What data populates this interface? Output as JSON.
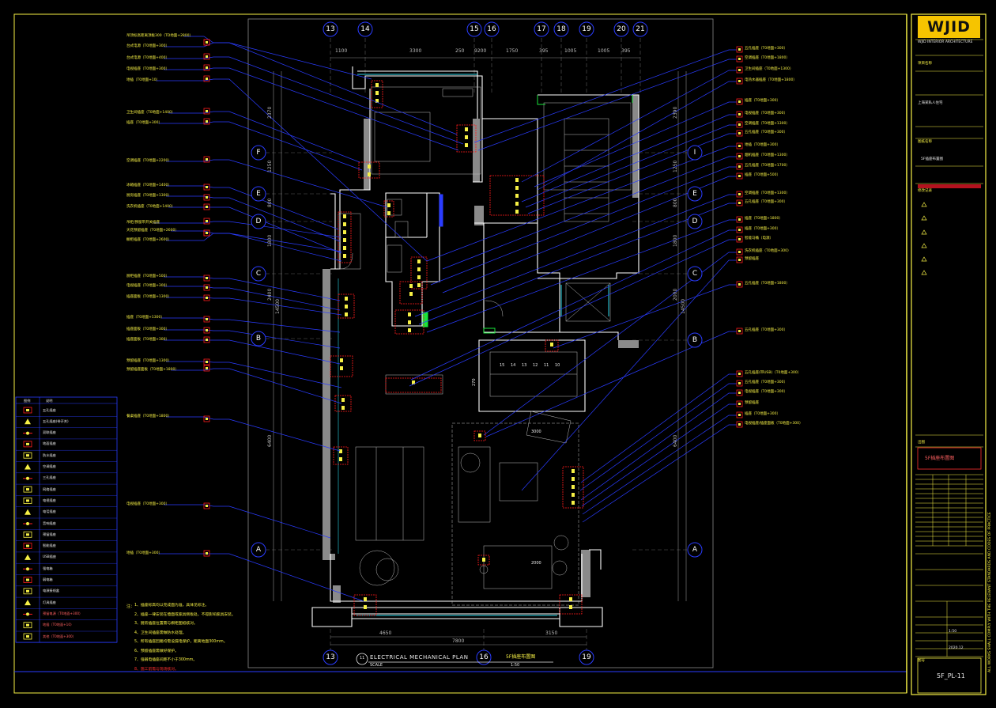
{
  "grid": {
    "top_labels": [
      "13",
      "14",
      "15",
      "16",
      "17",
      "18",
      "19",
      "20",
      "21"
    ],
    "bottom_labels": [
      "13",
      "16",
      "19"
    ],
    "left_labels": [
      "F",
      "E",
      "D",
      "C",
      "B",
      "A"
    ],
    "right_labels": [
      "I",
      "E",
      "D",
      "C",
      "B",
      "A"
    ]
  },
  "dimensions": {
    "top": [
      "1100",
      "3300",
      "250",
      "9200",
      "1750",
      "395",
      "1005",
      "1005",
      "395"
    ],
    "bottom_segments": [
      "4650",
      "3150"
    ],
    "bottom_total": "7800",
    "left": [
      "2370",
      "1250",
      "800",
      "1800",
      "2400",
      "14500",
      "6400"
    ],
    "right": [
      "2390",
      "1250",
      "800",
      "1800",
      "2000",
      "14500",
      "6400"
    ]
  },
  "callouts": {
    "left": [
      "吊顶标高距离顶板300（TD地面+2800）",
      "台式电源（T0地面+300）",
      "台式电源（T0地面+400）",
      "电视插座（T0地面+300）",
      "地插（T0地面+10）",
      "卫生间插座（T0地面+1400）",
      "插座（T0地面+300）",
      "空调插座（T0地面+2200）",
      "冰箱插座（T0地面+1400）",
      "厨房插座（T0地面+1300）",
      "洗衣机插座（T0地面+1400）",
      "吊柜/预留带开关插座",
      "天花预留插座（T0地面+2600）",
      "橱柜插座（T0地面+2600）",
      "厨柜插座（T0地面+500）",
      "电视插座（T0地面+300）",
      "插座面板（T0地面+1300）",
      "插座（T0地面+1300）",
      "插座面板（T0地面+300）",
      "插座面板（T0地面+300）",
      "预留插座（T0地面+1300）",
      "预留插座面板（T0地面+1800）",
      "餐桌插座（T0地面+1800）",
      "电视插座（T0地面+300）",
      "地插（T0地面+300）"
    ],
    "right": [
      "五孔插座（T0地面+300）",
      "空调插座（T0地面+1800）",
      "卫生间插座（T0地面+1300）",
      "电热水器插座（T0地面+1800）",
      "插座（T0地面+300）",
      "电视插座（T0地面+300）",
      "空调插座（T0地面+1300）",
      "五孔插座（T0地面+300）",
      "地插（T0地面+300）",
      "烟机插座（T0地面+1300）",
      "五孔插座（T0地面+1700）",
      "插座（T0地面+500）",
      "空调插座（T0地面+1300）",
      "五孔插座（T0地面+300）",
      "插座（T0地面+1800）",
      "插座（T0地面+300）",
      "智能马桶（电源）",
      "洗衣机插座（T0地面+300）",
      "预留插座",
      "五孔插座（T0地面+1800）",
      "五孔插座（T0地面+300）",
      "五孔插座(带USB)（T0地面+300）",
      "五孔插座（T0地面+300）",
      "电视插座（T0地面+300）",
      "预留插座",
      "插座（T0地面+300）",
      "电视插座/插座面板（T0地面+300）"
    ]
  },
  "notes": {
    "heading": "注：",
    "items": [
      "1、插座标高均以完成面为准，具体见标注。",
      "2、插座一律安装在墙面或家具侧板处，不得影响家具安装。",
      "3、厨房插座位置需与橱柜图纸核对。",
      "4、卫生间插座需做防水处理。",
      "5、所有插座回路均需设漏电保护，距离地面300mm。",
      "6、预留插座需做好保护。",
      "7、强弱电插座间距不小于300mm。",
      "8、施工前需与现场核对。"
    ]
  },
  "legend": {
    "header": [
      "图例",
      "说明"
    ],
    "rows": [
      "五孔插座",
      "五孔插座(带开关)",
      "双联插座",
      "地面插座",
      "防水插座",
      "空调插座",
      "三孔插座",
      "网络插座",
      "电视插座",
      "电话插座",
      "音响插座",
      "预留插座",
      "智能插座",
      "USB插座",
      "强电箱",
      "弱电箱",
      "电源接线盒",
      "灯具插座",
      "预留电源（T0地面+300）",
      "地插（T0地面+10）",
      "其他（T0地面+300）"
    ]
  },
  "room_labels": {
    "stair_numbers": [
      "15",
      "14",
      "13",
      "12",
      "11",
      "10"
    ],
    "dim_3000": "3000",
    "dim_2000": "2000",
    "dim_270": "270"
  },
  "plan_title": {
    "number": "11",
    "en": "ELECTRICAL MECHANICAL PLAN",
    "cn": "5F插座布置图",
    "scale_label": "SCALE",
    "scale": "1:50"
  },
  "title_block": {
    "logo": "WJID",
    "company": "WJID INTERIOR ARCHITECTURE",
    "project_label": "项目名称",
    "project": "上海某私人住宅",
    "sheet_label": "图纸名称",
    "sheet_name": "5F插座布置图",
    "sheet_no_label": "图号",
    "sheet_no": "5F_PL-11",
    "date": "2020.12",
    "scale": "1:50",
    "revision_block_title": "修改记录",
    "issue_title": "出图",
    "rotated_note": "ALL WORKS SHALL COMPLY WITH THE RELEVANT STANDARDS AND CODES OF PRACTICE"
  },
  "colors": {
    "background": "#000000",
    "wall": "#ffffff",
    "hatch": "#8a8a8a",
    "furniture": "#9a9a9a",
    "yellow": "#f6f045",
    "blue": "#2a3cff",
    "red": "#ff1c1c",
    "green": "#19e43a",
    "cyan": "#2ad6e8",
    "grid_gray": "#5c5c5c",
    "logo": "#f6c400"
  }
}
